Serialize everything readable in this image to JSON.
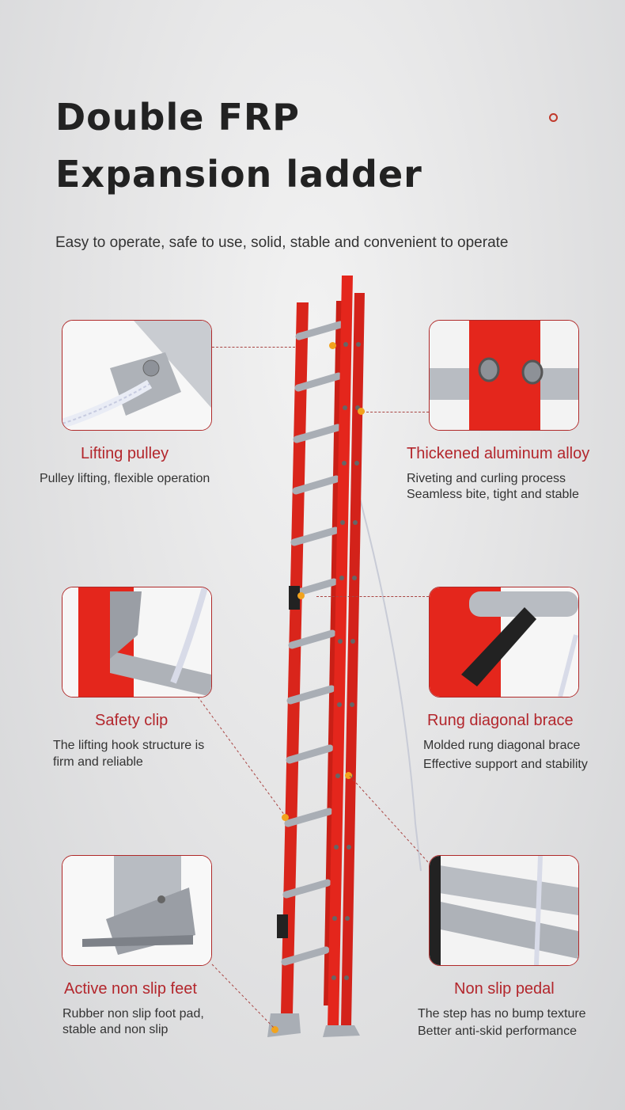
{
  "title": {
    "line1": "Double FRP",
    "line2": "Expansion ladder"
  },
  "subtitle": "Easy to operate, safe to use, solid, stable and convenient to operate",
  "features": {
    "lifting_pulley": {
      "title": "Lifting pulley",
      "desc": "Pulley lifting, flexible operation"
    },
    "aluminum_alloy": {
      "title": "Thickened aluminum alloy",
      "desc1": "Riveting and curling process",
      "desc2": "Seamless bite, tight and stable"
    },
    "safety_clip": {
      "title": "Safety clip",
      "desc1": "The lifting hook structure is",
      "desc2": "firm and reliable"
    },
    "diagonal_brace": {
      "title": "Rung diagonal brace",
      "desc1": "Molded rung diagonal brace",
      "desc2": "Effective support and stability"
    },
    "non_slip_feet": {
      "title": "Active non slip feet",
      "desc1": "Rubber non slip foot pad,",
      "desc2": "stable and non slip"
    },
    "non_slip_pedal": {
      "title": "Non slip pedal",
      "desc1": "The step has no bump texture",
      "desc2": "Better anti-skid performance"
    }
  },
  "colors": {
    "accent": "#b3262c",
    "ladder_red": "#e4261c",
    "aluminum": "#b8bcc2",
    "marker": "#f2a31d"
  }
}
